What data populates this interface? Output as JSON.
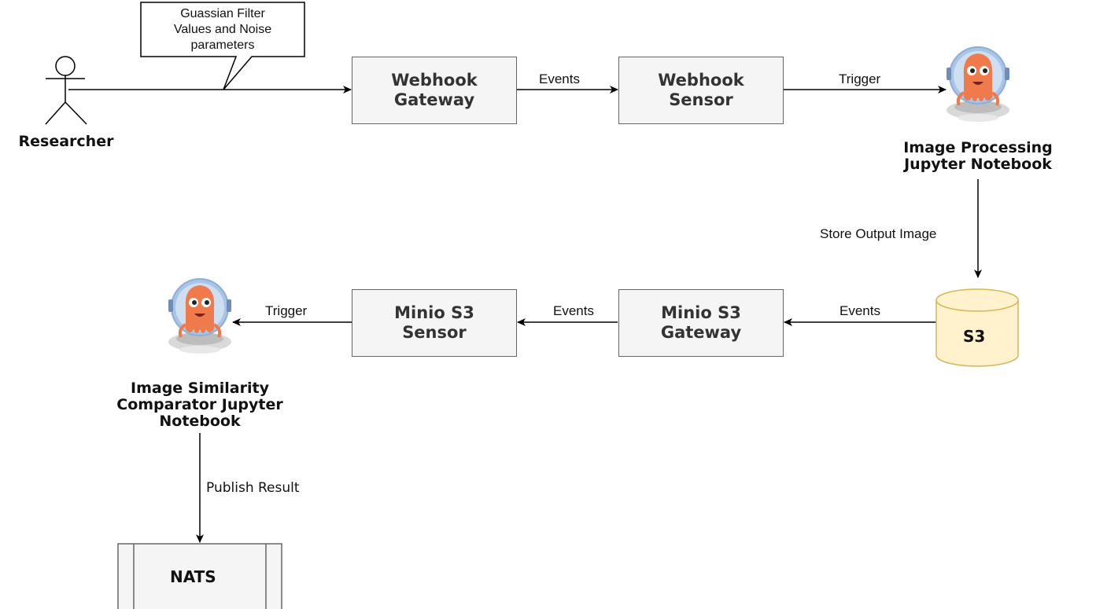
{
  "actor": {
    "label": "Researcher"
  },
  "callout": {
    "text": "Guassian Filter\nValues and Noise\nparameters"
  },
  "nodes": {
    "webhook_gateway": "Webhook\nGateway",
    "webhook_sensor": "Webhook\nSensor",
    "minio_sensor": "Minio S3\nSensor",
    "minio_gateway": "Minio S3\nGateway",
    "s3": "S3",
    "nats": "NATS"
  },
  "notebooks": {
    "processing": "Image Processing\nJupyter Notebook",
    "comparator": "Image Similarity\nComparator Jupyter\nNotebook"
  },
  "edges": {
    "events_1": "Events",
    "trigger_1": "Trigger",
    "store_output": "Store Output Image",
    "events_2": "Events",
    "events_3": "Events",
    "trigger_2": "Trigger",
    "publish_result": "Publish Result"
  },
  "colors": {
    "box_fill": "#f5f5f5",
    "box_stroke": "#666666",
    "db_fill": "#fff2cc",
    "db_stroke": "#d6b656",
    "argo_orange": "#ef7b4d",
    "argo_helmet": "#a8c4e6"
  }
}
